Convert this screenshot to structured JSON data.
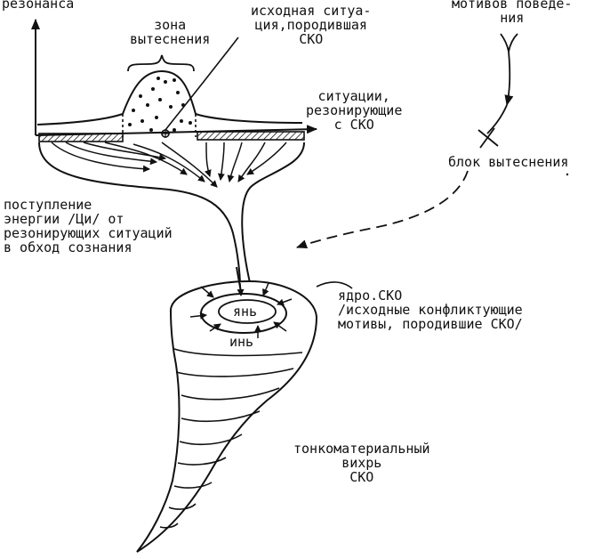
{
  "colors": {
    "ink": "#111111",
    "paper": "#ffffff"
  },
  "labels": {
    "axis_y": "резонанса",
    "zone": "зона\nвытеснения",
    "initial_situation": "исходная ситуа-\nция,породившая\nСКО",
    "motives": "мотивов поведе-\nния",
    "resonating": "ситуации,\nрезонирующие\nс СКО",
    "block": "блок вытеснения",
    "energy_inflow": "поступление\nэнергии /Ци/ от\nрезонирующих ситуаций\nв обход сознания",
    "core": "ядро.СКО\n/исходные конфликтующие\nмотивы, породившие СКО/",
    "yang": "янь",
    "yin": "инь",
    "vortex": "тонкоматериальный\nвихрь\nСКО"
  }
}
